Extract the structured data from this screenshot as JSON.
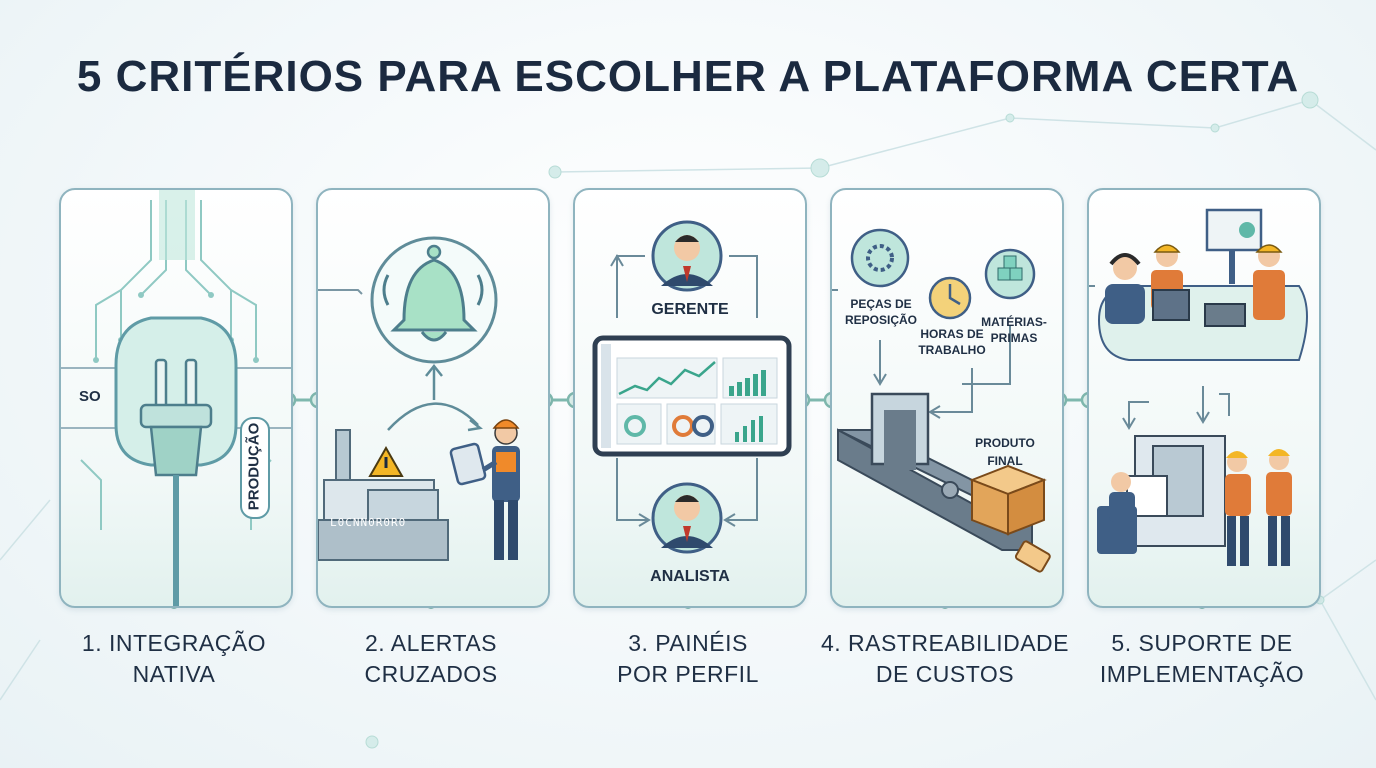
{
  "title": "5 CRITÉRIOS PARA ESCOLHER A PLATAFORMA CERTA",
  "steps": [
    {
      "label_line1": "1. INTEGRAÇÃO",
      "label_line2": "NATIVA",
      "tag_left": "SO",
      "tag_right": "PRODUÇÃO"
    },
    {
      "label_line1": "2. ALERTAS",
      "label_line2": "CRUZADOS",
      "machine_code": "L0CNN0R0R0"
    },
    {
      "label_line1": "3. PAINÉIS",
      "label_line2": "POR PERFIL",
      "role_top": "GERENTE",
      "role_bottom": "ANALISTA"
    },
    {
      "label_line1": "4. RASTREABILIDADE",
      "label_line2": "DE CUSTOS",
      "input1_l1": "PEÇAS DE",
      "input1_l2": "REPOSIÇÃO",
      "input2_l1": "HORAS DE",
      "input2_l2": "TRABALHO",
      "input3_l1": "MATÉRIAS-",
      "input3_l2": "PRIMAS",
      "output_l1": "PRODUTO",
      "output_l2": "FINAL"
    },
    {
      "label_line1": "5. SUPORTE DE",
      "label_line2": "IMPLEMENTAÇÃO"
    }
  ],
  "colors": {
    "accent": "#5fb8a8",
    "border": "#8fb4bf",
    "dark": "#1b2a40",
    "orange": "#f08a2a",
    "yellow": "#f3b626"
  }
}
